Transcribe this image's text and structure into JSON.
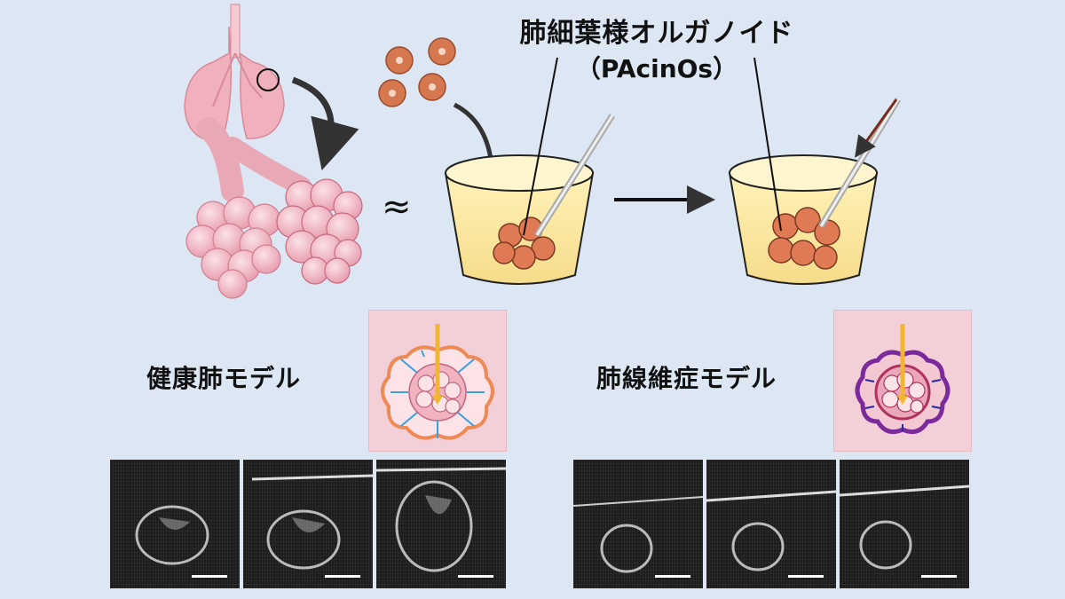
{
  "title": {
    "organoid_name": "肺細葉様オルガノイド",
    "organoid_abbrev": "（PAcinOs）"
  },
  "labels": {
    "approx_symbol": "≈",
    "healthy_model": "健康肺モデル",
    "fibrosis_model": "肺線維症モデル"
  },
  "colors": {
    "background": "#dce7f3",
    "panel_pink": "#f3cfd8",
    "organoid_orange": "#e07a55",
    "healthy_ring": "#ee8a55",
    "fibrosis_ring": "#7a2a9a",
    "arrow_blue": "#3a9fe0",
    "needle_yellow": "#f2b531"
  },
  "micrographs": {
    "healthy": [
      "frame-1",
      "frame-2",
      "frame-3"
    ],
    "fibrosis": [
      "frame-1",
      "frame-2",
      "frame-3"
    ]
  }
}
